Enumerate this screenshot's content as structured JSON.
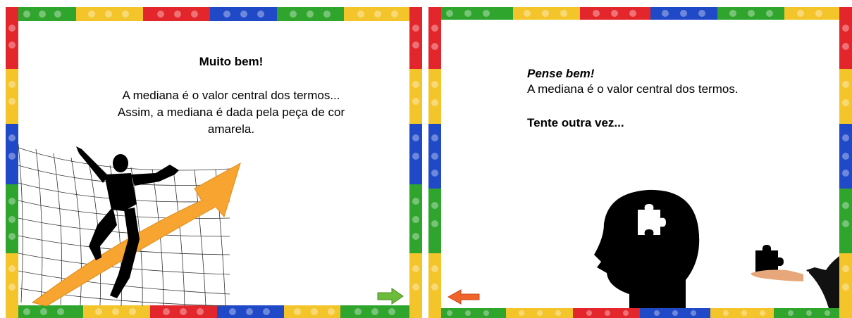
{
  "colors": {
    "red": "#e3262b",
    "yellow": "#f4c52b",
    "blue": "#1f49c7",
    "green": "#2fa52e",
    "arrow_orange": "#f7a431",
    "next_arrow": "#6dbb3a",
    "prev_arrow": "#f0642a"
  },
  "slide_left": {
    "heading": "Muito bem!",
    "line1": "A mediana é o valor central dos termos...",
    "line2": "Assim, a mediana é dada pela peça de cor",
    "line3": "amarela.",
    "image_icon": "jumping-businessman-growth-arrow-icon",
    "next_icon": "green-arrow-right-icon"
  },
  "slide_right": {
    "heading": "Pense bem!",
    "line1": "A mediana é o valor central dos termos.",
    "line2": "Tente outra vez...",
    "image_icon": "head-puzzle-piece-icon",
    "prev_icon": "orange-arrow-left-icon"
  }
}
